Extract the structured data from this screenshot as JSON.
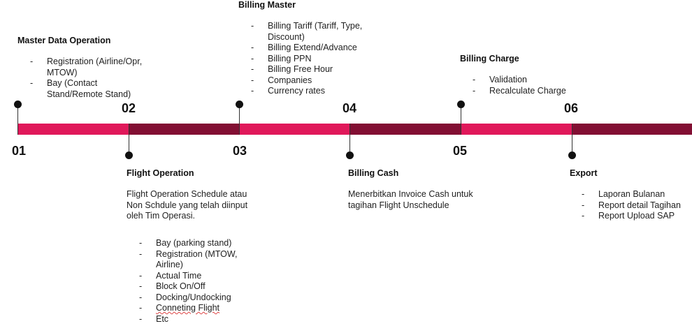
{
  "colors": {
    "segment_light": "#e0185a",
    "segment_dark": "#820f33",
    "marker": "#111111"
  },
  "steps": [
    {
      "number": "01",
      "title": "Master Data Operation",
      "items": [
        "Registration (Airline/Opr, MTOW)",
        "Bay (Contact Stand/Remote Stand)"
      ]
    },
    {
      "number": "02",
      "title": "Flight Operation",
      "description": "Flight Operation Schedule atau Non Schdule yang telah diinput oleh Tim Operasi.",
      "items": [
        "Bay (parking stand)",
        "Registration (MTOW, Airline)",
        "Actual Time",
        "Block On/Off",
        "Docking/Undocking",
        "Conneting Flight",
        "Etc"
      ]
    },
    {
      "number": "03",
      "title": "Billing Master",
      "items": [
        "Billing Tariff (Tariff, Type, Discount)",
        "Billing Extend/Advance",
        "Billing PPN",
        "Billing Free Hour",
        "Companies",
        "Currency rates"
      ]
    },
    {
      "number": "04",
      "title": "Billing Cash",
      "description": "Menerbitkan Invoice Cash untuk tagihan Flight Unschedule"
    },
    {
      "number": "05",
      "title": "Billing Charge",
      "items": [
        "Validation",
        "Recalculate Charge"
      ]
    },
    {
      "number": "06",
      "title": "Export",
      "items": [
        "Laporan Bulanan",
        "Report detail Tagihan",
        "Report Upload SAP"
      ]
    }
  ]
}
